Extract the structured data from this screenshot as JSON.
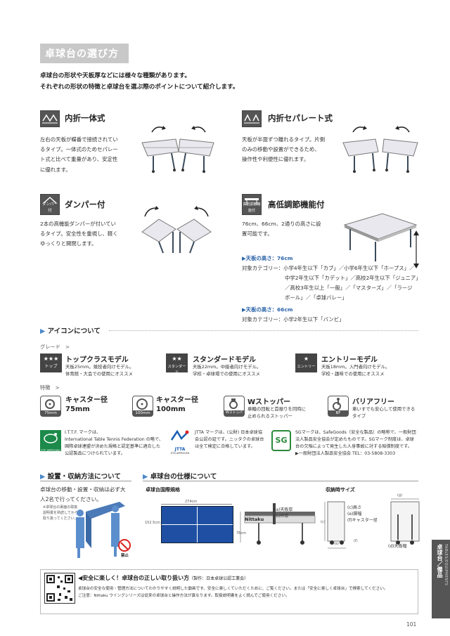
{
  "page_title": "卓球台の選び方",
  "intro": [
    "卓球台の形状や天板厚などには様々な種類があります。",
    "それぞれの形状の特徴と卓球台を選ぶ際のポイントについて紹介します。"
  ],
  "types": {
    "t1": {
      "title": "内折一体式",
      "desc": [
        "左右の天板が蝶番で接続されてい",
        "るタイプ。一体式のためセパレー",
        "ト式と比べて重量があり、安定性",
        "に優れます。"
      ]
    },
    "t2": {
      "title": "内折セパレート式",
      "desc": [
        "天板が半面ずつ離れるタイプ。片側",
        "のみの移動や設置ができるため、",
        "操作性や利便性に優れます。"
      ]
    },
    "t3": {
      "title": "ダンパー付",
      "icon_label": "ダンパー付",
      "desc": [
        "2本の高機能ダンパーが付いてい",
        "るタイプ。安全性を重視し、軽く",
        "ゆっくりと開閉します。"
      ]
    },
    "t4": {
      "title": "高低調節機能付",
      "icon_label": "高低調節機能付",
      "desc": [
        "76cm、66cm、2通りの高さに設",
        "置可能です。"
      ],
      "spec76_title": "▶天板の高さ：76cm",
      "spec76": [
        "対象カテゴリー：小学4年生以下「カブ」／小学6年生以下「ホープス」／",
        "中学2年生以下「カデット」／高校2年生以下「ジュニア」",
        "／高校3年生以上「一般」／「マスターズ」／「ラージ",
        "ボール」／「卓球バレー」"
      ],
      "spec66_title": "▶天板の高さ：66cm",
      "spec66": "対象カテゴリー：小学2年生以下「バンビ」"
    }
  },
  "icons_section": {
    "title": "アイコンについて",
    "grade_label": "グレード　>",
    "feature_label": "特徴　>",
    "grades": [
      {
        "icon_top": "★★★",
        "icon_cap": "トップ",
        "title": "トップクラスモデル",
        "desc": [
          "天板25mm。競技者向けモデル。",
          "体育館・大会での使用にオススメ"
        ]
      },
      {
        "icon_top": "★★",
        "icon_cap": "スタンダード",
        "title": "スタンダードモデル",
        "desc": [
          "天板22mm。中級者向けモデル。",
          "学校・卓球場での使用にオススメ"
        ]
      },
      {
        "icon_top": "★",
        "icon_cap": "エントリー",
        "title": "エントリーモデル",
        "desc": [
          "天板18mm。入門者向けモデル。",
          "学校・趣味での使用にオススメ"
        ]
      }
    ],
    "features": [
      {
        "icon_cap": "75mm",
        "title": [
          "キャスター径",
          "75mm"
        ]
      },
      {
        "icon_cap": "100mm",
        "title": [
          "キャスター径",
          "100mm"
        ]
      },
      {
        "icon_cap": "Wストッパー",
        "title": [
          "Wストッパー"
        ],
        "desc": [
          "車輪の回転と首振りを同時に",
          "止められるストッパー"
        ]
      },
      {
        "icon_cap": "BF",
        "title": [
          "バリアフリー"
        ],
        "desc": [
          "車いすでも安心して使用できる",
          "タイプ"
        ]
      }
    ],
    "certs": {
      "ittf": {
        "logo_caption": "ITTF APPROVED",
        "desc": [
          "I.T.T.F. マークは、",
          "International Table Tennis Federation の略で、",
          "国際卓球連盟が決めた規格と認定基準に適合した",
          "公認製品につけられています。"
        ]
      },
      "jtta": {
        "logo_caption": "JTTA APPROVED",
        "logo_mark": "JTTA",
        "desc": [
          "JTTA マークは、(公財) 日本卓球協",
          "会公認の証です。ニッタクの卓球台",
          "は全て検定に合格しています。"
        ]
      },
      "sg": {
        "logo_mark": "SG",
        "desc": [
          "SGマークは、SafeGoods（安全な製品）の略称で、一般財団",
          "法人製品安全協会が定めたものです。SGマーク制度は、卓球",
          "台の欠陥によって発生した人身事故に対する賠償制度です。"
        ],
        "contact": "▶一般財団法人製品安全協会  TEL：03-5808-3303"
      }
    }
  },
  "install": {
    "title": "設置・収納方法について",
    "desc": [
      "卓球台の移動・設置・収納は必ず大",
      "人2名で行ってください。"
    ],
    "note": [
      "※卓球台の裏面の取扱",
      "説明書を熟読してから",
      "取り扱ってください。"
    ],
    "warning": "禁止"
  },
  "spec_section": {
    "title": "卓球台の仕様について",
    "intl_label": "卓球台国際規格",
    "width": "274cm",
    "depth": "152.5cm",
    "height": "76cm",
    "legend": [
      "(a)天板厚",
      "(b)枠厚"
    ],
    "brand": "Nittaku",
    "storage_label": "収納時サイズ",
    "storage_legend": [
      "(c)高さ",
      "(e)脚幅",
      "(f)キャスター径"
    ],
    "storage_letters": {
      "c": "(c)",
      "e": "(e)",
      "f": "(f)",
      "g": "(g)"
    },
    "storage_d": "(d)天板幅"
  },
  "bottom": {
    "title": "◀安全に楽しく！卓球台の正しい取り扱い方",
    "title_sub": "（製作：日本卓球公認工業会）",
    "lines": [
      "卓球台の安全な使用・管理方法についてわかりやすく説明した動画です。安全に楽しくていただくために、ご覧ください。または「安全に楽しく卓球台」で検索してください。",
      "ご注意：Nittaku ウイングシリーズは従来の卓球台と操作方法が異なります。取扱説明書をよく読んでご使用ください。"
    ]
  },
  "sidetab": {
    "jp": "卓球台／備品",
    "en": "TABLES/EQUIPMENTS"
  },
  "page_number": "101"
}
